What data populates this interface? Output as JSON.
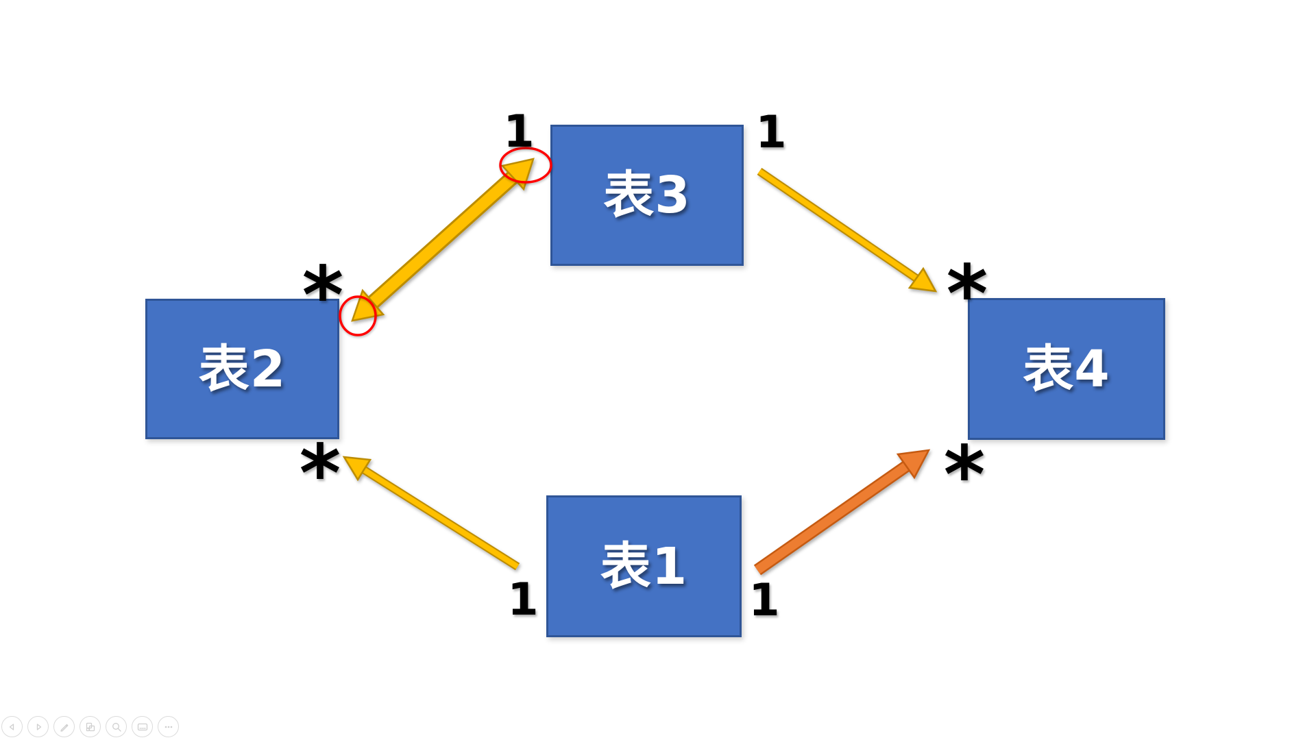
{
  "app": {
    "description": "Presentation slideshow view showing an entity-relationship style diagram of four tables"
  },
  "slide": {
    "tables": {
      "t1": {
        "label": "表1"
      },
      "t2": {
        "label": "表2"
      },
      "t3": {
        "label": "表3"
      },
      "t4": {
        "label": "表4"
      }
    },
    "cardinalities": {
      "t3_left": "1",
      "t3_right": "1",
      "t1_left": "1",
      "t1_right": "1",
      "t2_top": "*",
      "t2_bottom": "*",
      "t4_top": "*",
      "t4_bottom": "*"
    },
    "relationships": [
      {
        "from": "表2",
        "to": "表3",
        "arrow_style": "double-headed",
        "color": "#FFC000",
        "from_end_cardinality": "*",
        "to_end_cardinality": "1",
        "annotation": "both arrowheads circled in red"
      },
      {
        "from": "表3",
        "to": "表4",
        "arrow_style": "single-headed",
        "color": "#FFC000",
        "from_end_cardinality": "1",
        "to_end_cardinality": "*"
      },
      {
        "from": "表1",
        "to": "表2",
        "arrow_style": "single-headed",
        "color": "#FFC000",
        "from_end_cardinality": "1",
        "to_end_cardinality": "*"
      },
      {
        "from": "表1",
        "to": "表4",
        "arrow_style": "single-headed",
        "color": "#ED7D31",
        "from_end_cardinality": "1",
        "to_end_cardinality": "*"
      }
    ],
    "colors": {
      "background": "#FFFFFF",
      "box_fill": "#4472C4",
      "box_border": "#2F5597",
      "box_text": "#FFFFFF",
      "arrow_gold": "#FFC000",
      "arrow_gold_outline": "#BC8C00",
      "arrow_orange": "#ED7D31",
      "arrow_orange_outline": "#C55A11",
      "highlight_circle": "#FF0000",
      "cardinality_text": "#000000"
    }
  },
  "toolbar": {
    "buttons": [
      {
        "name": "previous-slide",
        "icon": "chevron-left-circle-icon"
      },
      {
        "name": "next-slide",
        "icon": "chevron-right-circle-icon"
      },
      {
        "name": "pen-annotate",
        "icon": "pen-icon"
      },
      {
        "name": "see-all-slides",
        "icon": "slides-grid-icon"
      },
      {
        "name": "zoom-slide",
        "icon": "magnifier-icon"
      },
      {
        "name": "toggle-captions",
        "icon": "captions-icon"
      },
      {
        "name": "more-options",
        "icon": "ellipsis-icon"
      }
    ]
  }
}
